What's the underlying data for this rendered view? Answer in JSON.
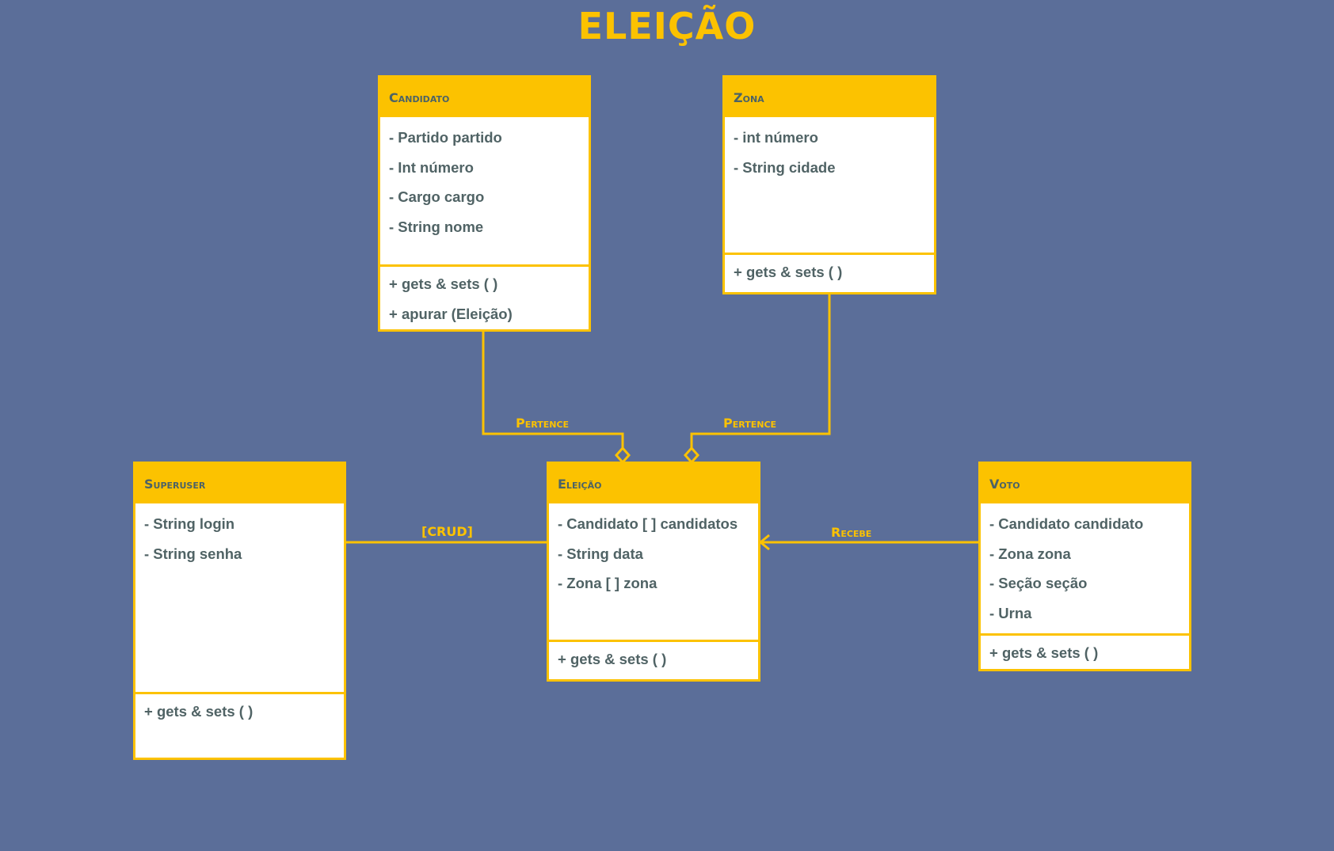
{
  "title": "ELEIÇÃO",
  "classes": {
    "candidato": {
      "name": "Candidato",
      "attributes": [
        "- Partido partido",
        "- Int número",
        "- Cargo cargo",
        "- String nome"
      ],
      "methods": [
        "+ gets & sets (  )",
        "+ apurar (Eleição)"
      ]
    },
    "zona": {
      "name": "Zona",
      "attributes": [
        "- int número",
        "- String cidade"
      ],
      "methods": [
        "+ gets & sets (  )"
      ]
    },
    "superuser": {
      "name": "Superuser",
      "attributes": [
        "- String login",
        "- String senha"
      ],
      "methods": [
        "+ gets & sets (  )"
      ]
    },
    "eleicao": {
      "name": "Eleição",
      "attributes": [
        "- Candidato [ ] candidatos",
        "- String data",
        "- Zona [ ] zona"
      ],
      "methods": [
        "+ gets & sets (  )"
      ]
    },
    "voto": {
      "name": "Voto",
      "attributes": [
        "- Candidato candidato",
        "- Zona zona",
        "- Seção seção",
        "- Urna"
      ],
      "methods": [
        "+ gets & sets (  )"
      ]
    }
  },
  "associations": {
    "candidato_eleicao": "Pertence",
    "zona_eleicao": "Pertence",
    "superuser_eleicao": "[CRUD]",
    "voto_eleicao": "Recebe"
  },
  "colors": {
    "background": "#5b6e99",
    "accent": "#fcc200",
    "text": "#506365",
    "box": "#ffffff"
  }
}
